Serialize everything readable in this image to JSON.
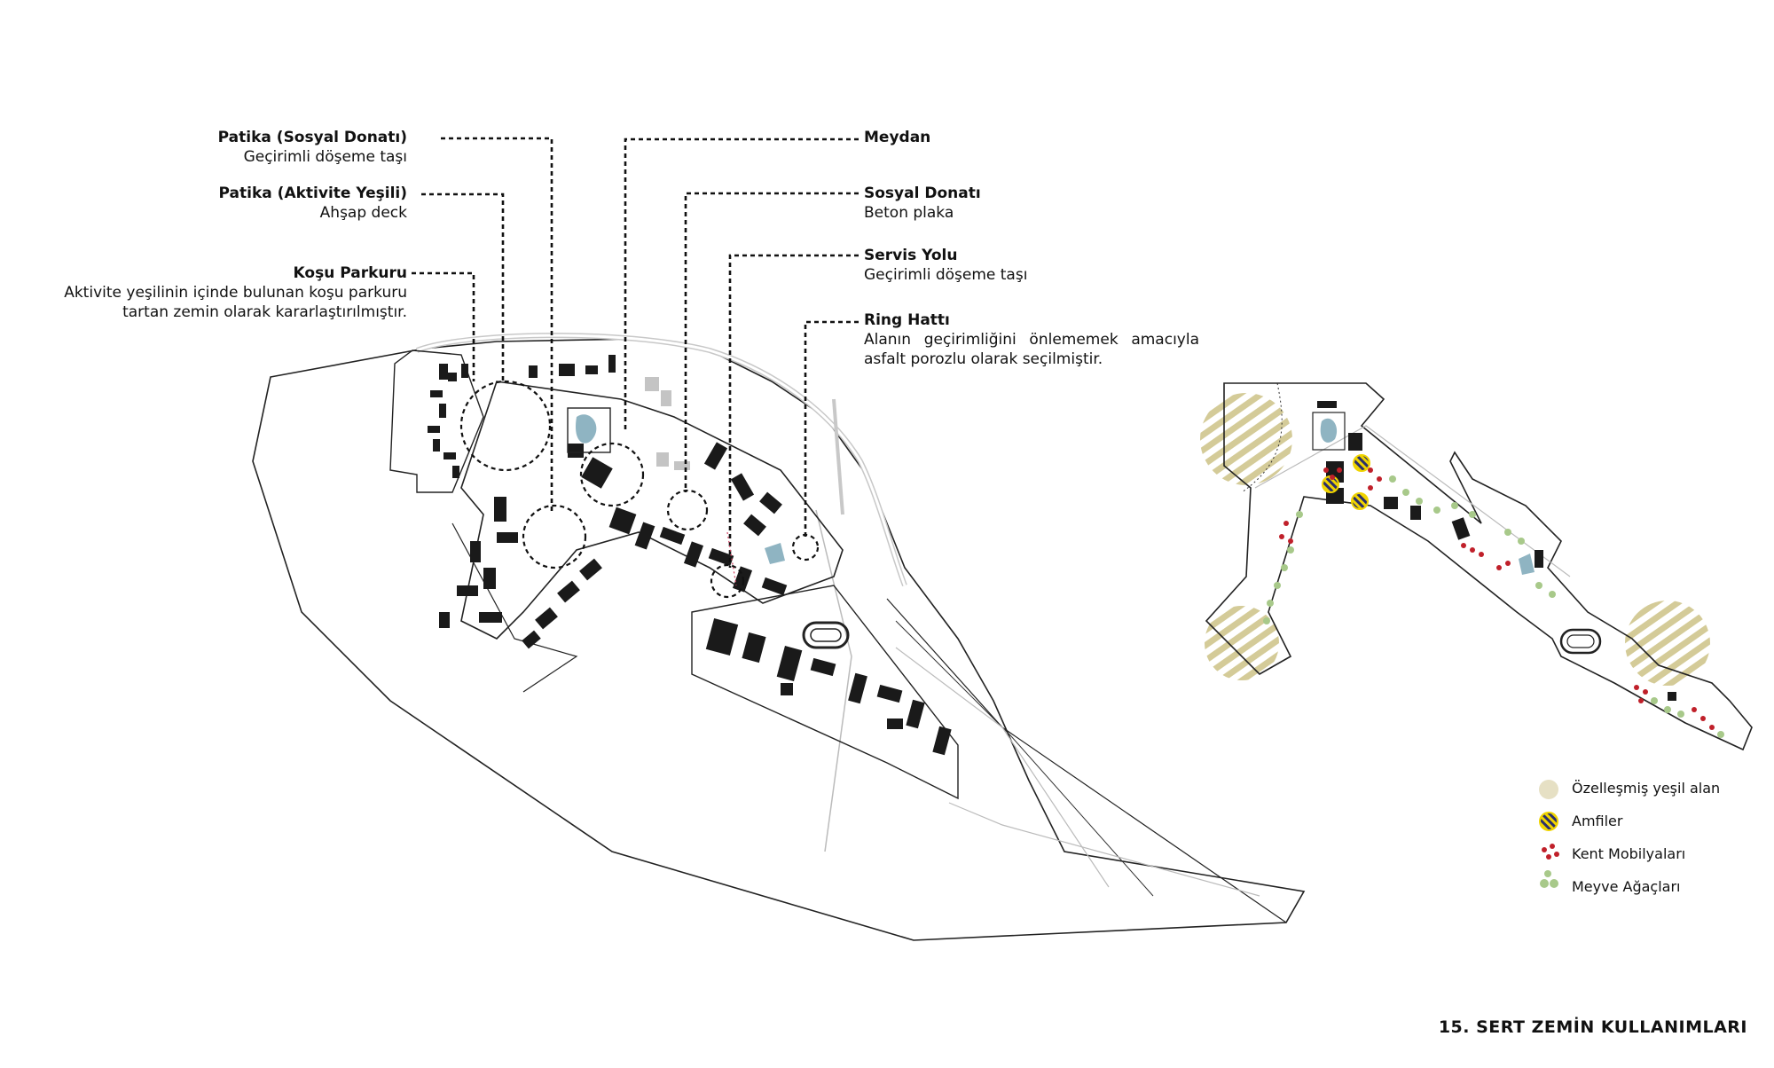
{
  "labels": {
    "patika_sosyal": {
      "title": "Patika (Sosyal Donatı)",
      "desc": "Geçirimli döşeme taşı"
    },
    "patika_aktivite": {
      "title": "Patika (Aktivite Yeşili)",
      "desc": "Ahşap deck"
    },
    "kosu": {
      "title": "Koşu Parkuru",
      "desc1": "Aktivite yeşilinin içinde bulunan koşu parkuru",
      "desc2": "tartan zemin olarak kararlaştırılmıştır."
    },
    "meydan": {
      "title": "Meydan"
    },
    "sosyal_donati": {
      "title": "Sosyal Donatı",
      "desc": "Beton plaka"
    },
    "servis_yolu": {
      "title": "Servis Yolu",
      "desc": "Geçirimli döşeme taşı"
    },
    "ring": {
      "title": "Ring Hattı",
      "desc1": "Alanın geçirimliğini önlememek amacıyla",
      "desc2": "asfalt porozlu olarak seçilmiştir."
    }
  },
  "legend": {
    "items": [
      {
        "label": "Özelleşmiş yeşil alan",
        "icon": "hatched-circle-icon",
        "color": "#d8cfa8"
      },
      {
        "label": "Amfiler",
        "icon": "striped-circle-icon",
        "color": "#f0d400"
      },
      {
        "label": "Kent Mobilyaları",
        "icon": "red-dots-icon",
        "color": "#c0202a"
      },
      {
        "label": "Meyve Ağaçları",
        "icon": "green-dots-icon",
        "color": "#a8c98a"
      }
    ]
  },
  "figure_title": "15. SERT ZEMİN KULLANIMLARI",
  "colors": {
    "building": "#1a1a1a",
    "outline": "#222222",
    "road": "#bbbbbb",
    "water": "#8fb4c2",
    "hatch": "#cfc58f"
  }
}
